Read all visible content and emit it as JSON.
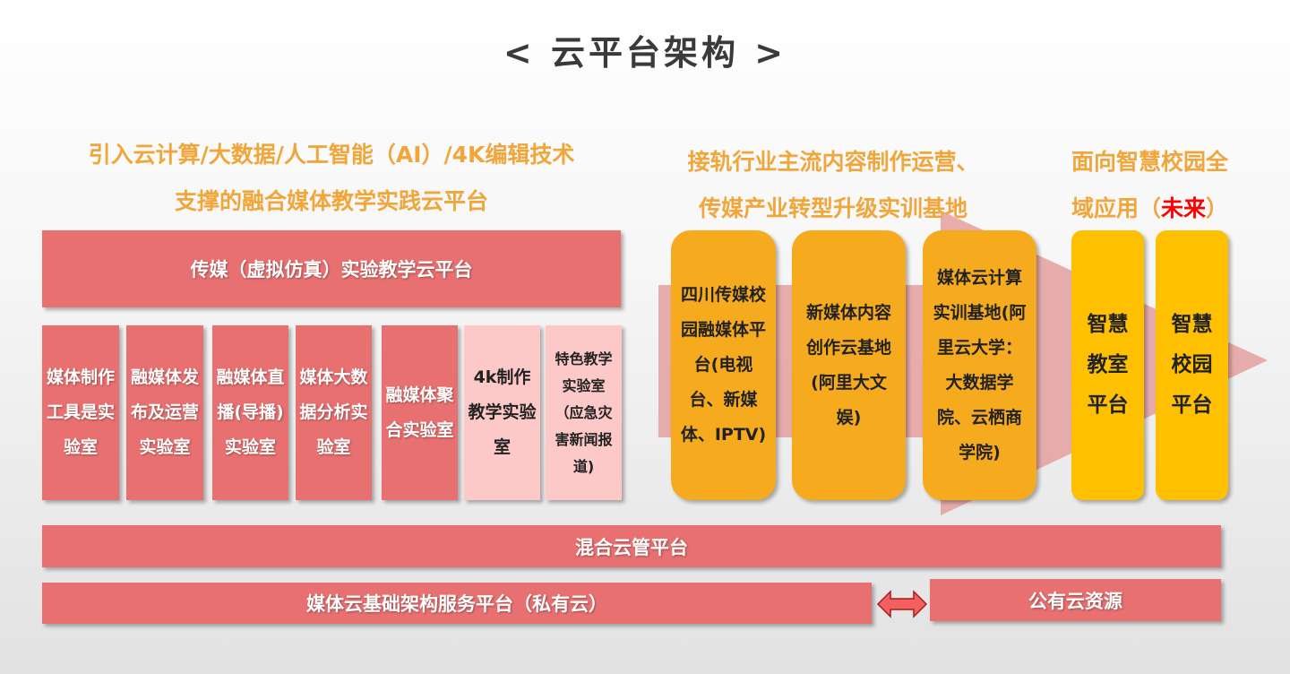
{
  "title": "< 云平台架构 >",
  "left_heading": {
    "line1": "引入云计算/大数据/人工智能（AI）/4K编辑技术",
    "line2": "支撑的融合媒体教学实践云平台"
  },
  "middle_heading": {
    "line1": "接轨行业主流内容制作运营、",
    "line2": "传媒产业转型升级实训基地"
  },
  "right_heading": {
    "line1": "面向智慧校园全",
    "line2_prefix": "域应用（",
    "line2_highlight": "未来",
    "line2_suffix": "）"
  },
  "top_platform": "传媒（虚拟仿真）实验教学云平台",
  "labs": [
    "媒体制作工具是实验室",
    "融媒体发布及运营实验室",
    "融媒体直播(导播)实验室",
    "媒体大数据分析实验室",
    "融媒体聚合实验室",
    "4k制作教学实验室",
    "特色教学实验室（应急灾害新闻报道)"
  ],
  "bases": [
    "四川传媒校园融媒体平台(电视台、新媒体、IPTV)",
    "新媒体内容创作云基地(阿里大文娱)",
    "媒体云计算实训基地(阿里云大学：大数据学院、云栖商学院)"
  ],
  "future": [
    "智慧教室平台",
    "智慧校园平台"
  ],
  "hybrid": "混合云管平台",
  "private": "媒体云基础架构服务平台（私有云）",
  "public": "公有云资源",
  "colors": {
    "heading": "#f0a63a",
    "highlight": "#ff0000",
    "box_red": "#e87070",
    "box_pink": "#fcc8c8",
    "box_orange": "#f6ab1e",
    "box_yellow": "#fec000"
  }
}
